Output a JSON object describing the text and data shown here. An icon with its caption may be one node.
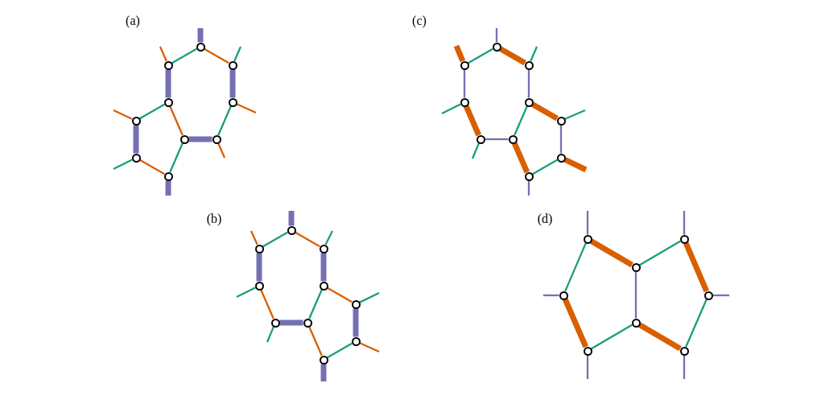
{
  "diagram": {
    "nodes": [
      {
        "text": [],
        "shape": "circle"
      },
      {
        "text": [],
        "shape": "circle"
      },
      {
        "text": [],
        "shape": "circle"
      },
      {
        "text": [],
        "shape": "circle"
      },
      {
        "text": [],
        "shape": "circle"
      },
      {
        "text": [],
        "shape": "circle"
      },
      {
        "text": [],
        "shape": "circle"
      },
      {
        "text": [],
        "shape": "circle"
      },
      {
        "text": [],
        "shape": "circle"
      },
      {
        "text": [],
        "shape": "circle"
      },
      {
        "text": [],
        "shape": "circle"
      },
      {
        "text": [],
        "shape": "circle"
      },
      {
        "text": [],
        "shape": "circle"
      },
      {
        "text": [],
        "shape": "circle"
      },
      {
        "text": [],
        "shape": "circle"
      },
      {
        "text": [],
        "shape": "circle"
      },
      {
        "text": [],
        "shape": "circle"
      },
      {
        "text": [],
        "shape": "circle"
      },
      {
        "text": [],
        "shape": "circle"
      },
      {
        "text": [],
        "shape": "circle"
      },
      {
        "text": [],
        "shape": "circle"
      },
      {
        "text": [],
        "shape": "circle"
      },
      {
        "text": [],
        "shape": "circle"
      },
      {
        "text": [],
        "shape": "circle"
      },
      {
        "text": [],
        "shape": "circle"
      },
      {
        "text": [],
        "shape": "circle"
      },
      {
        "text": [],
        "shape": "circle"
      },
      {
        "text": [],
        "shape": "circle"
      },
      {
        "text": [],
        "shape": "circle"
      },
      {
        "text": [],
        "shape": "circle"
      },
      {
        "text": [],
        "shape": "circle"
      },
      {
        "text": [],
        "shape": "circle"
      },
      {
        "text": [],
        "shape": "circle"
      },
      {
        "text": [],
        "shape": "circle"
      },
      {
        "text": [],
        "shape": "circle"
      },
      {
        "text": [],
        "shape": "circle"
      },
      {
        "text": [],
        "shape": "circle"
      },
      {
        "text": [],
        "shape": "circle"
      }
    ],
    "edges": [
      {
        "from": 0,
        "to": null,
        "arrow": "none",
        "style": "thick",
        "color": "#7570b3"
      },
      {
        "from": 0,
        "to": 1,
        "arrow": "none",
        "color": "#1b9e77"
      },
      {
        "from": 0,
        "to": 2,
        "arrow": "none",
        "color": "#d95f02"
      },
      {
        "from": 1,
        "to": null,
        "arrow": "none",
        "color": "#d95f02"
      },
      {
        "from": 1,
        "to": 3,
        "arrow": "none",
        "style": "thick",
        "color": "#7570b3"
      },
      {
        "from": 2,
        "to": null,
        "arrow": "none",
        "color": "#1b9e77"
      },
      {
        "from": 2,
        "to": 4,
        "arrow": "none",
        "style": "thick",
        "color": "#7570b3"
      },
      {
        "from": 3,
        "to": 5,
        "arrow": "none",
        "color": "#1b9e77"
      },
      {
        "from": 3,
        "to": 6,
        "arrow": "none",
        "color": "#d95f02"
      },
      {
        "from": 4,
        "to": null,
        "arrow": "none",
        "color": "#d95f02"
      },
      {
        "from": 4,
        "to": 7,
        "arrow": "none",
        "color": "#1b9e77"
      },
      {
        "from": 5,
        "to": null,
        "arrow": "none",
        "color": "#d95f02"
      },
      {
        "from": 5,
        "to": 8,
        "arrow": "none",
        "style": "thick",
        "color": "#7570b3"
      },
      {
        "from": 6,
        "to": 7,
        "arrow": "none",
        "style": "thick",
        "color": "#7570b3"
      },
      {
        "from": 6,
        "to": 9,
        "arrow": "none",
        "color": "#1b9e77"
      },
      {
        "from": 7,
        "to": null,
        "arrow": "none",
        "color": "#d95f02"
      },
      {
        "from": 8,
        "to": null,
        "arrow": "none",
        "color": "#1b9e77"
      },
      {
        "from": 8,
        "to": 9,
        "arrow": "none",
        "color": "#d95f02"
      },
      {
        "from": 9,
        "to": null,
        "arrow": "none",
        "style": "thick",
        "color": "#7570b3"
      },
      {
        "from": 10,
        "to": null,
        "arrow": "none",
        "color": "#7570b3"
      },
      {
        "from": 10,
        "to": 11,
        "arrow": "none",
        "color": "#1b9e77"
      },
      {
        "from": 10,
        "to": 12,
        "arrow": "none",
        "style": "thick",
        "color": "#d95f02"
      },
      {
        "from": 11,
        "to": null,
        "arrow": "none",
        "style": "thick",
        "color": "#d95f02"
      },
      {
        "from": 11,
        "to": 13,
        "arrow": "none",
        "color": "#7570b3"
      },
      {
        "from": 12,
        "to": null,
        "arrow": "none",
        "color": "#1b9e77"
      },
      {
        "from": 12,
        "to": 14,
        "arrow": "none",
        "color": "#7570b3"
      },
      {
        "from": 13,
        "to": null,
        "arrow": "none",
        "color": "#1b9e77"
      },
      {
        "from": 13,
        "to": 16,
        "arrow": "none",
        "style": "thick",
        "color": "#d95f02"
      },
      {
        "from": 14,
        "to": 15,
        "arrow": "none",
        "style": "thick",
        "color": "#d95f02"
      },
      {
        "from": 14,
        "to": 17,
        "arrow": "none",
        "color": "#1b9e77"
      },
      {
        "from": 15,
        "to": null,
        "arrow": "none",
        "color": "#1b9e77"
      },
      {
        "from": 15,
        "to": 18,
        "arrow": "none",
        "color": "#7570b3"
      },
      {
        "from": 16,
        "to": 17,
        "arrow": "none",
        "color": "#7570b3"
      },
      {
        "from": 16,
        "to": null,
        "arrow": "none",
        "color": "#1b9e77"
      },
      {
        "from": 17,
        "to": 19,
        "arrow": "none",
        "style": "thick",
        "color": "#d95f02"
      },
      {
        "from": 18,
        "to": null,
        "arrow": "none",
        "style": "thick",
        "color": "#d95f02"
      },
      {
        "from": 18,
        "to": 19,
        "arrow": "none",
        "color": "#1b9e77"
      },
      {
        "from": 19,
        "to": null,
        "arrow": "none",
        "color": "#7570b3"
      },
      {
        "from": 20,
        "to": null,
        "arrow": "none",
        "style": "thick",
        "color": "#7570b3"
      },
      {
        "from": 20,
        "to": 21,
        "arrow": "none",
        "color": "#1b9e77"
      },
      {
        "from": 20,
        "to": 22,
        "arrow": "none",
        "color": "#d95f02"
      },
      {
        "from": 21,
        "to": null,
        "arrow": "none",
        "color": "#d95f02"
      },
      {
        "from": 21,
        "to": 23,
        "arrow": "none",
        "style": "thick",
        "color": "#7570b3"
      },
      {
        "from": 22,
        "to": null,
        "arrow": "none",
        "color": "#1b9e77"
      },
      {
        "from": 22,
        "to": 24,
        "arrow": "none",
        "style": "thick",
        "color": "#7570b3"
      },
      {
        "from": 23,
        "to": null,
        "arrow": "none",
        "color": "#1b9e77"
      },
      {
        "from": 23,
        "to": 26,
        "arrow": "none",
        "color": "#d95f02"
      },
      {
        "from": 24,
        "to": 25,
        "arrow": "none",
        "color": "#d95f02"
      },
      {
        "from": 24,
        "to": 27,
        "arrow": "none",
        "color": "#1b9e77"
      },
      {
        "from": 25,
        "to": null,
        "arrow": "none",
        "color": "#1b9e77"
      },
      {
        "from": 25,
        "to": 28,
        "arrow": "none",
        "style": "thick",
        "color": "#7570b3"
      },
      {
        "from": 26,
        "to": 27,
        "arrow": "none",
        "style": "thick",
        "color": "#7570b3"
      },
      {
        "from": 26,
        "to": null,
        "arrow": "none",
        "color": "#1b9e77"
      },
      {
        "from": 27,
        "to": 29,
        "arrow": "none",
        "color": "#d95f02"
      },
      {
        "from": 28,
        "to": null,
        "arrow": "none",
        "color": "#d95f02"
      },
      {
        "from": 28,
        "to": 29,
        "arrow": "none",
        "color": "#1b9e77"
      },
      {
        "from": 29,
        "to": null,
        "arrow": "none",
        "style": "thick",
        "color": "#7570b3"
      },
      {
        "from": 30,
        "to": null,
        "arrow": "none",
        "color": "#7570b3"
      },
      {
        "from": 30,
        "to": 32,
        "arrow": "none",
        "style": "thick",
        "color": "#d95f02"
      },
      {
        "from": 30,
        "to": 33,
        "arrow": "none",
        "color": "#1b9e77"
      },
      {
        "from": 31,
        "to": null,
        "arrow": "none",
        "color": "#7570b3"
      },
      {
        "from": 31,
        "to": 32,
        "arrow": "none",
        "color": "#1b9e77"
      },
      {
        "from": 31,
        "to": 34,
        "arrow": "none",
        "style": "thick",
        "color": "#d95f02"
      },
      {
        "from": 32,
        "to": 35,
        "arrow": "none",
        "color": "#7570b3"
      },
      {
        "from": 33,
        "to": null,
        "arrow": "none",
        "color": "#7570b3"
      },
      {
        "from": 33,
        "to": 36,
        "arrow": "none",
        "style": "thick",
        "color": "#d95f02"
      },
      {
        "from": 34,
        "to": null,
        "arrow": "none",
        "color": "#7570b3"
      },
      {
        "from": 34,
        "to": 37,
        "arrow": "none",
        "color": "#1b9e77"
      },
      {
        "from": 35,
        "to": 36,
        "arrow": "none",
        "color": "#1b9e77"
      },
      {
        "from": 35,
        "to": 37,
        "arrow": "none",
        "style": "thick",
        "color": "#d95f02"
      },
      {
        "from": 36,
        "to": null,
        "arrow": "none",
        "color": "#7570b3"
      },
      {
        "from": 37,
        "to": null,
        "arrow": "none",
        "color": "#7570b3"
      }
    ],
    "labels": [
      "(a)",
      "(c)",
      "(b)",
      "(d)"
    ]
  }
}
